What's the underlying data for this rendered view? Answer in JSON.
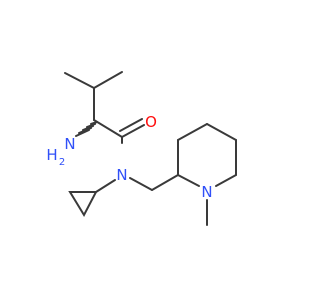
{
  "atoms": {
    "amine_h": "H",
    "amine_sub": "2",
    "amine_n": "N",
    "oxygen": "O",
    "amide_n": "N",
    "ring_n": "N"
  },
  "colors": {
    "bond": "#3a3a3a",
    "nitrogen": "#3050f8",
    "oxygen": "#ff0d0d"
  }
}
